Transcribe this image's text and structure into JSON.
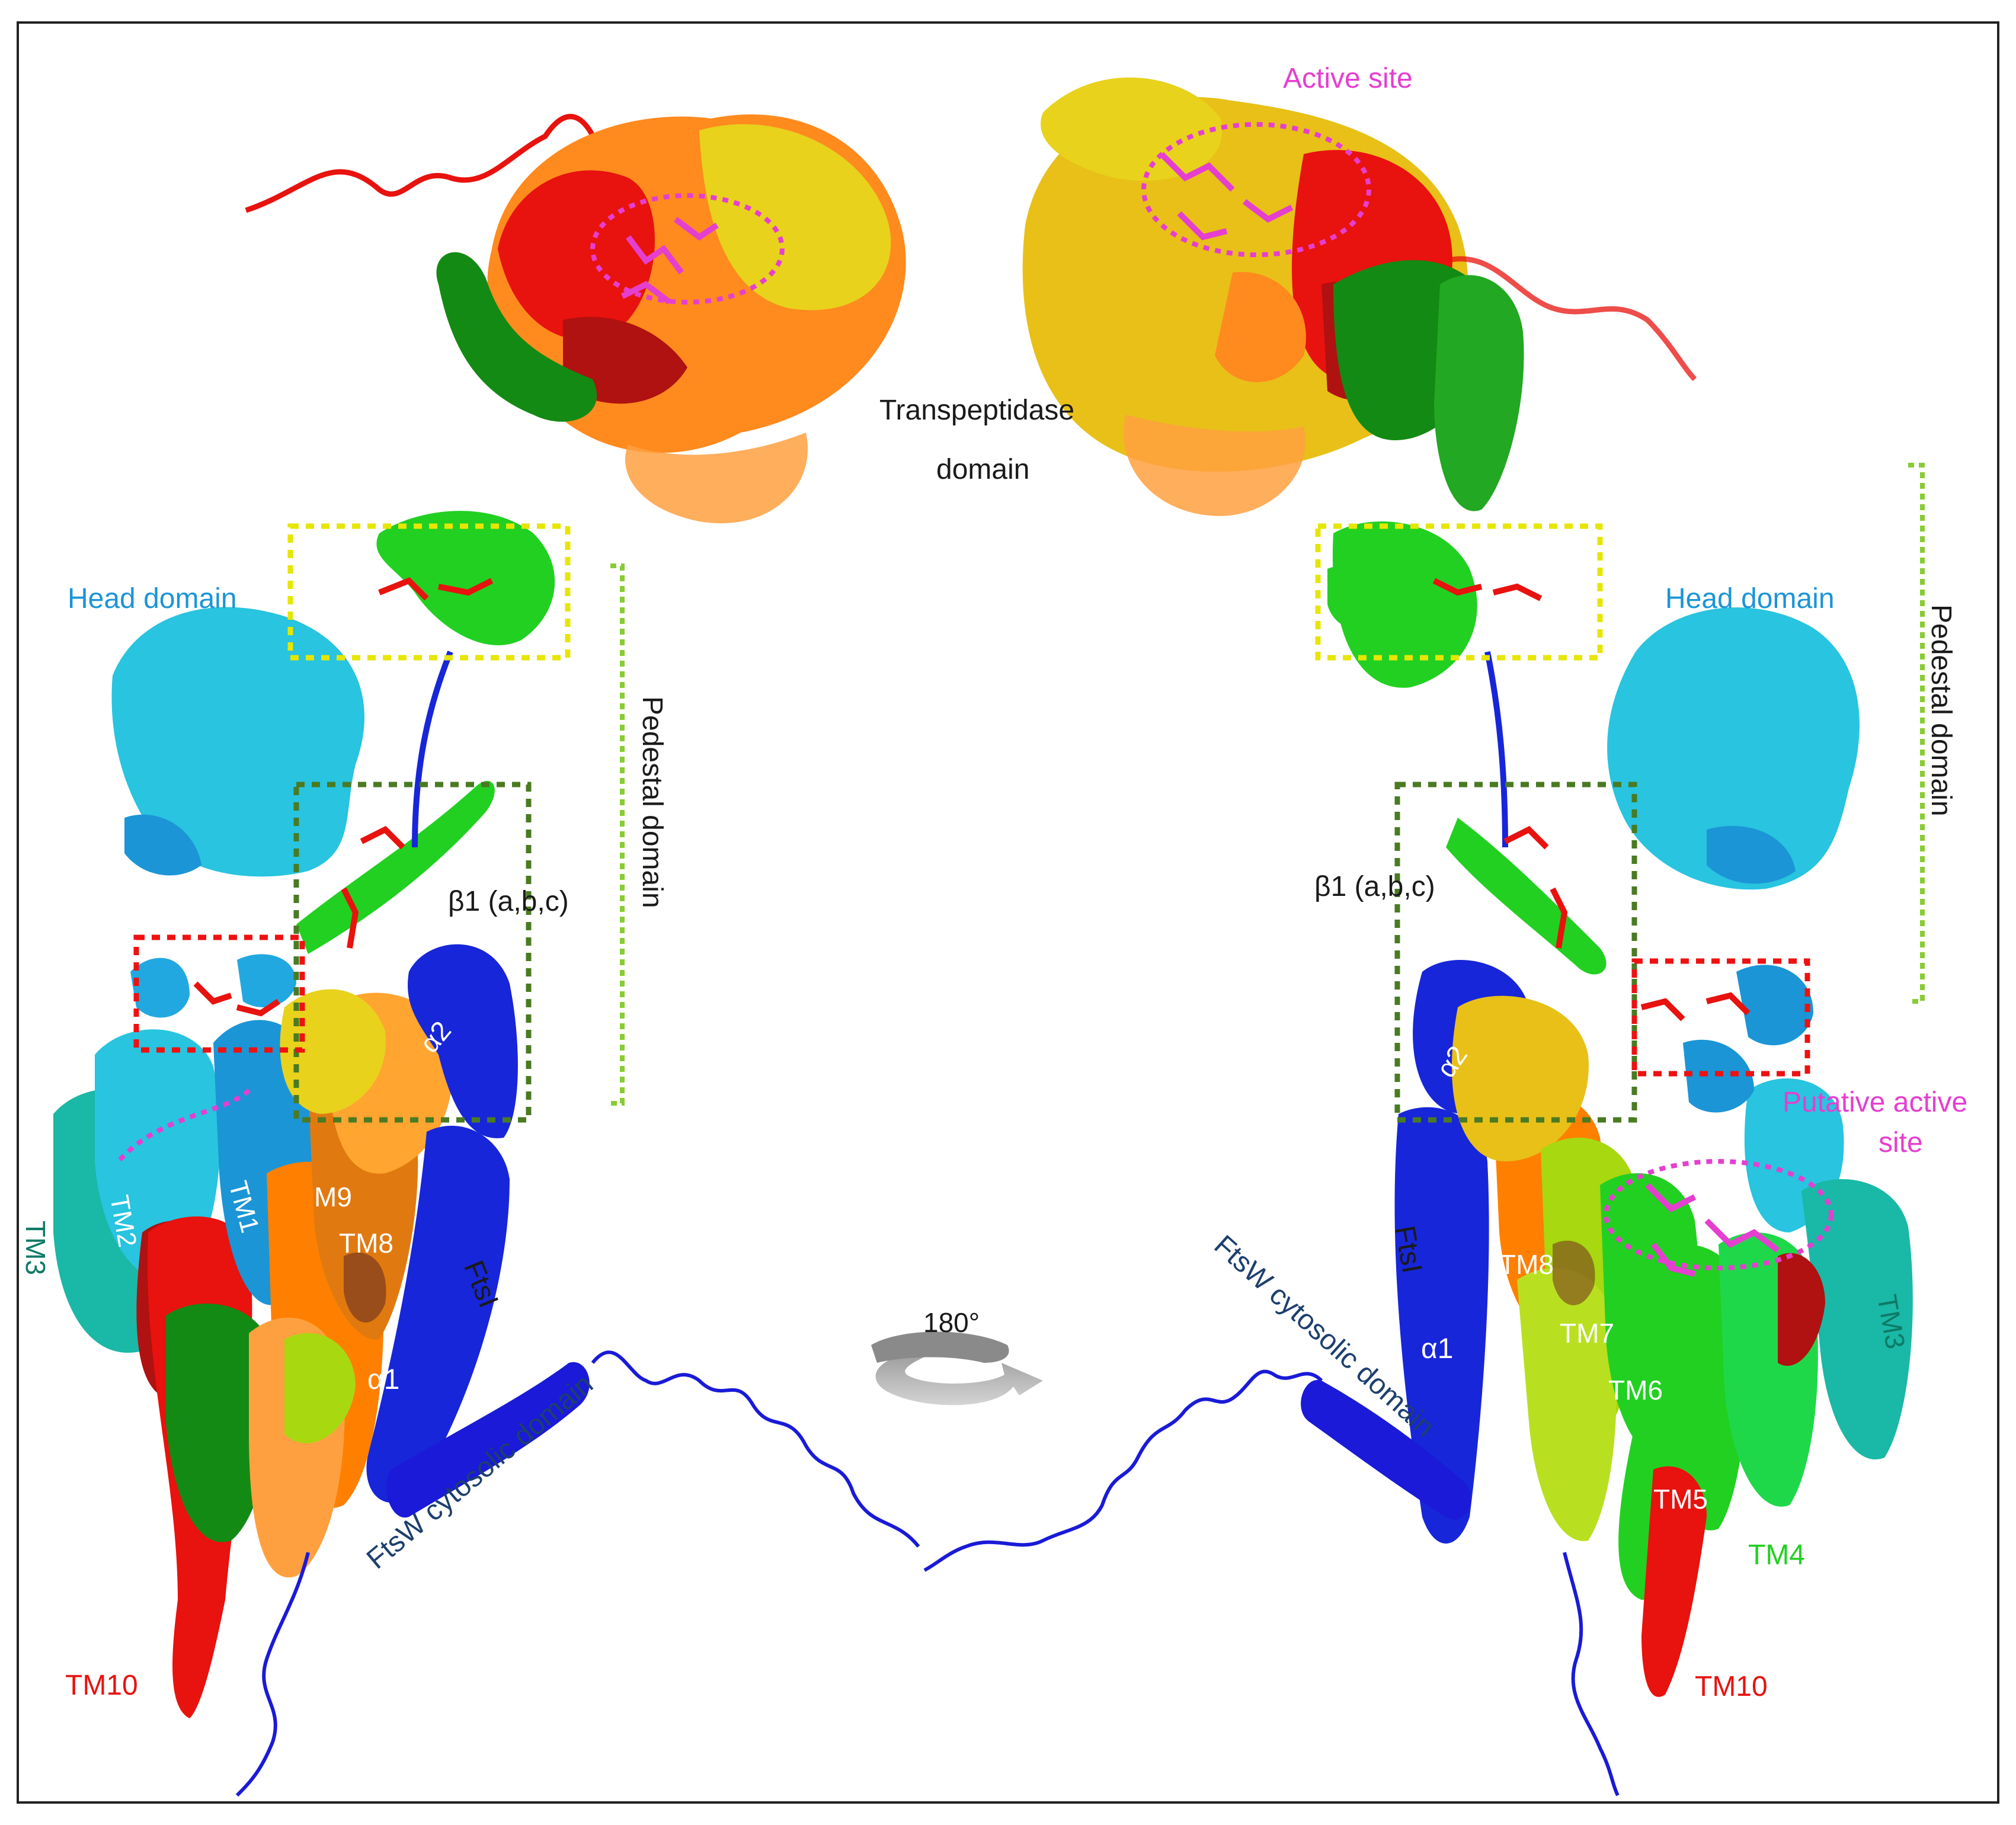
{
  "labels": {
    "active_site": "Active site",
    "transpeptidase": "Transpeptidase",
    "domain": "domain",
    "head_left": "Head domain",
    "head_right": "Head domain",
    "pedestal_left": "Pedestal domain",
    "pedestal_right": "Pedestal domain",
    "beta_left": "β1 (a,b,c)",
    "beta_right": "β1 (a,b,c)",
    "putative_1": "Putative active",
    "putative_2": "site",
    "tm3_left": "TM3",
    "tm2": "TM2",
    "tm1": "TM1",
    "m9": "M9",
    "tm8_left": "TM8",
    "ftsi_left": "FtsI",
    "alpha1_left": "α1",
    "alpha2_left": "α2",
    "ftsw_left": "FtsW cytosolic domain",
    "tm10_left": "TM10",
    "rotation": "180°",
    "ftsw_right": "FtsW cytosolic domain",
    "ftsi_right": "FtsI",
    "alpha1_right": "α1",
    "alpha2_right": "α2",
    "tm8_right": "TM8",
    "tm7": "TM7",
    "tm6": "TM6",
    "tm5": "TM5",
    "tm4": "TM4",
    "tm3_right": "TM3",
    "tm10_right": "TM10"
  },
  "colors": {
    "magenta": "#e53fd0",
    "head": "#1b95d6",
    "black": "#1a1a1a",
    "teal": "#0d7a66",
    "red": "#e8120e",
    "green": "#22d022",
    "navy": "#1d3f6e",
    "white": "#ffffff",
    "blue": "#1726d8",
    "cyan": "#28c4e0",
    "orange": "#ff7f00",
    "yellow": "#e8d21c",
    "dark_green": "#138a13",
    "dkred": "#b01111",
    "lime": "#a8d80f",
    "box_yellow": "#e6e600",
    "box_green": "#4a7a22",
    "box_red": "#ee1111",
    "bracket_green": "#88cc33"
  }
}
